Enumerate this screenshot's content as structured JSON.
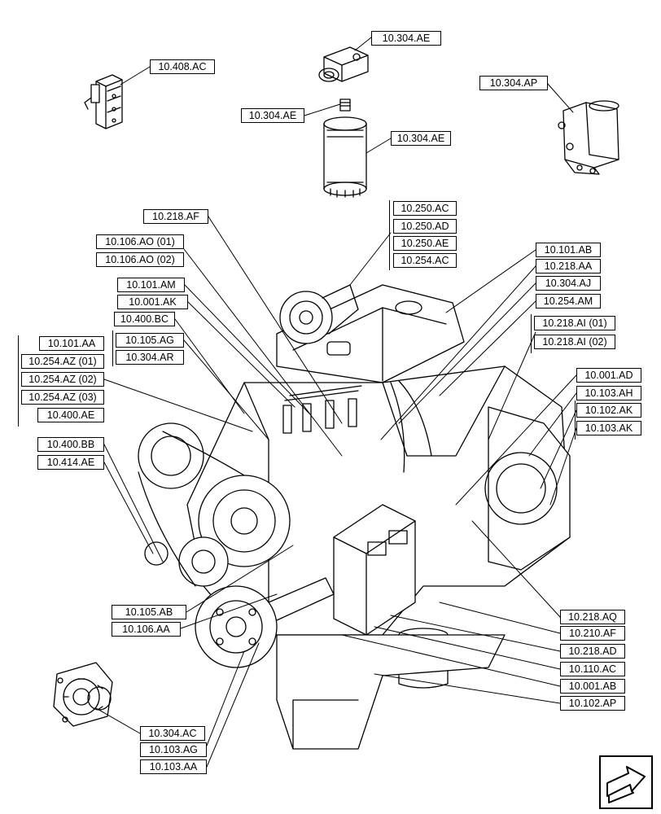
{
  "callouts": [
    "10.304.AE",
    "10.408.AC",
    "10.304.AP",
    "10.304.AE",
    "10.304.AE",
    "10.218.AF",
    "10.250.AC",
    "10.250.AD",
    "10.250.AE",
    "10.254.AC",
    "10.106.AO (01)",
    "10.106.AO (02)",
    "10.101.AB",
    "10.218.AA",
    "10.304.AJ",
    "10.101.AM",
    "10.001.AK",
    "10.254.AM",
    "10.400.BC",
    "10.218.AI (01)",
    "10.218.AI (02)",
    "10.105.AG",
    "10.304.AR",
    "10.101.AA",
    "10.254.AZ (01)",
    "10.254.AZ (02)",
    "10.254.AZ (03)",
    "10.400.AE",
    "10.001.AD",
    "10.103.AH",
    "10.102.AK",
    "10.103.AK",
    "10.400.BB",
    "10.414.AE",
    "10.105.AB",
    "10.106.AA",
    "10.218.AQ",
    "10.210.AF",
    "10.218.AD",
    "10.110.AC",
    "10.001.AB",
    "10.102.AP",
    "10.304.AC",
    "10.103.AG",
    "10.103.AA"
  ],
  "icons": {
    "navigation": "page-arrow-icon"
  }
}
